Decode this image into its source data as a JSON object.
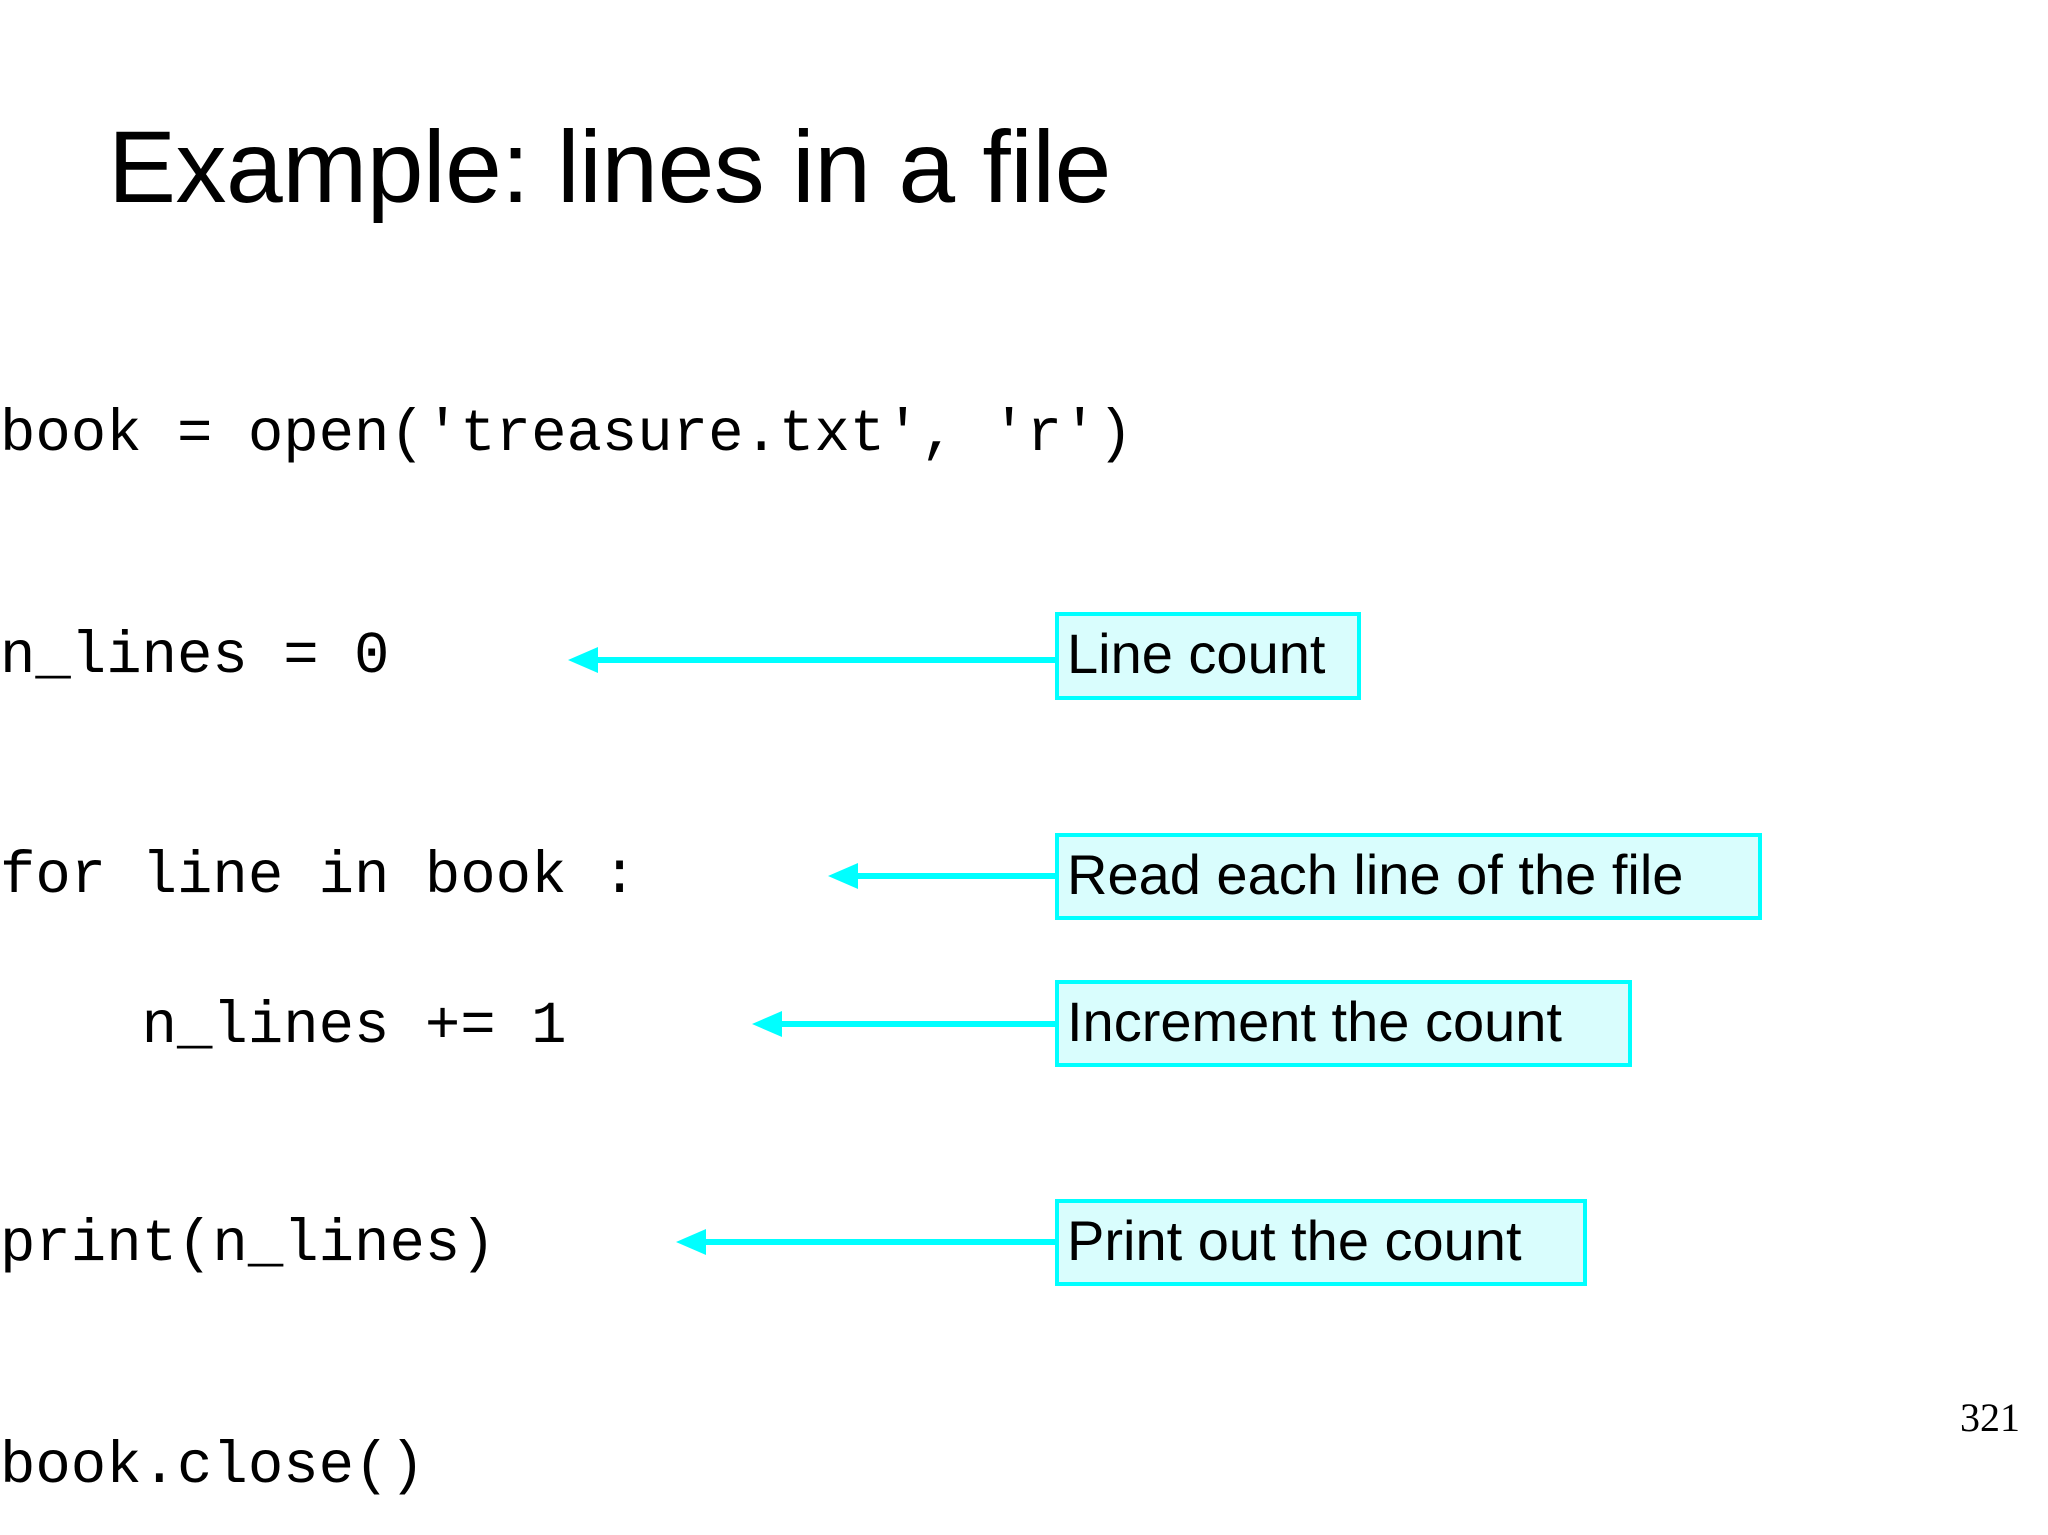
{
  "slide": {
    "title": "Example: lines in a file",
    "page_number": "321",
    "background_color": "#ffffff",
    "accent_color": "#00ffff",
    "callout_fill_color": "#d9fdfd",
    "text_color": "#000000"
  },
  "code": {
    "language": "python",
    "lines": [
      {
        "text": "book = open('treasure.txt', 'r')"
      },
      {
        "text": "n_lines = 0"
      },
      {
        "text": "for line in book :"
      },
      {
        "text": "    n_lines += 1"
      },
      {
        "text": "print(n_lines)"
      },
      {
        "text": "book.close()"
      }
    ]
  },
  "annotations": [
    {
      "label": "Line count",
      "target_line": "n_lines = 0"
    },
    {
      "label": "Read each line of the file",
      "target_line": "for line in book :"
    },
    {
      "label": "Increment the count",
      "target_line": "    n_lines += 1"
    },
    {
      "label": "Print out the count",
      "target_line": "print(n_lines)"
    }
  ]
}
